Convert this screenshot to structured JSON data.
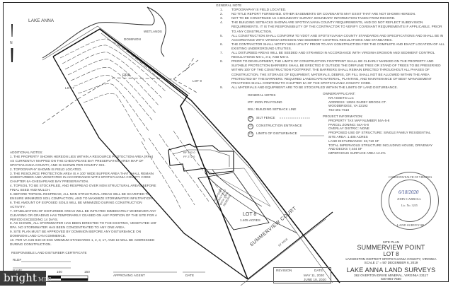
{
  "map": {
    "north_label": "N",
    "lake_label": "LAKE ANNA",
    "wetlands_label": "WETLANDS",
    "dominion_label": "DOMINION",
    "rpa_label": "RPA",
    "lot7_label": "LOT 7",
    "lot9_label": "LOT 9",
    "lot8_label": "LOT 8",
    "lot8_acres": "1.405 ACRES",
    "house_label_bf": "BF 262.0",
    "house_label_ff": "FF 272.0",
    "drainfield_label": "PROPOSED DRAIN FIELD WITH 100% RESERVE",
    "road_label": "SUMMERVIEW COURT",
    "road_width": "50' WIDE"
  },
  "general_notes": {
    "title": "GENERAL NOTE",
    "items": [
      {
        "num": "1.",
        "text": "TOPOGRAPHY IS FIELD LOCATED."
      },
      {
        "num": "2.",
        "text": "NO TITLE REPORT FURNISHED. OTHER EASEMENTS OR COVENANTS MAY EXIST THAT ARE NOT SHOWN HEREON."
      },
      {
        "num": "3.",
        "text": "NOT TO BE CONSTRUED AS A BOUNDARY SURVEY. BOUNDARY INFORMATION TAKEN FROM RECORD."
      },
      {
        "num": "4.",
        "text": "THE BUILDING SETBACKS SHOWN ARE SPOTSYLVANIA COUNTY REQUIREMENTS, AND DO NOT REFLECT SUBDIVISION REQUIREMENTS. IT IS THE RESPONSIBILITY OF THE CONTRACTOR TO VERIFY COVENANT REQUIREMENTS IF APPLICABLE, PRIOR TO ANY CONSTRUCTION."
      },
      {
        "num": "5.",
        "text": "ALL CONSTRUCTION SHALL CONFORM TO VDOT AND SPOTSYLVANIA COUNTY STANDARDS AND SPECIFICATIONS AND SHALL BE IN ACCORDANCE WITH VIRGINIA EROSION AND SEDIMENT CONTROL REGULATIONS AND STANDARDS."
      },
      {
        "num": "6.",
        "text": "THE CONTRACTOR SHALL NOTIFY MISS UTILITY PRIOR TO ANY CONSTRUCTION FOR THE COMPLETE AND EXACT LOCATION OF ALL EXISTING UNDERGROUND UTILITIES."
      },
      {
        "num": "7.",
        "text": "ALL DISTURBED AREAS WILL BE SEEDED AND STRAWED IN ACCORDANCE WITH VIRGINIA EROSION AND SEDIMENT CONTROL REGULATIONS MS-1, 3-2, AND MS-3."
      },
      {
        "num": "8.",
        "text": "PRIOR TO DEVELOPMENT, THE LIMITS OF CONSTRUCTION FOOTPRINT SHALL BE CLEARLY MARKED ON THE PROPERTY AND SUITABLE PROTECTION BARRIERS SHALL BE ERECTED 5' OUTSIDE THE DRIPLINE TREE OR STAND OF TREES TO BE PRESERVED WITHIN 100' OF THE CONSTRUCTION FOOTPRINT. THE BARRIERS SHALL REMAIN ERECTED THROUGHOUT ALL PHASES OF CONSTRUCTION. THE STORAGE OF EQUIPMENT, MATERIALS, DEBRIS, OR FILL SHALL NOT BE ALLOWED WITHIN THE AREA PROTECTED BY THE BARRIERS. REQUIRED LANDSCAPE MATERIAL, PLANTING, AND MAINTENANCE OF BEST MANAGEMENT PRACTICES SHALL CONFROM TO CHAPTER 6A OF THE SPOTSYLVANIA COUNTY CODE."
      },
      {
        "num": "9.",
        "text": "ALL MATERIALS AND EQUIPMENT ARE TO BE STOCKPILED WITHIN THE LIMITS OF LAND DISTURBANCE."
      }
    ]
  },
  "legend": {
    "title": "GENERAL NOTES",
    "ipf": "IPF: IRON PIN FOUND",
    "bsl": "BSL: BUILDING SETBACK LINE",
    "items": [
      {
        "symbol": "SF",
        "label": "SILT FENCE"
      },
      {
        "symbol": "CE",
        "label": "CONSTRUCTION ENTRANCE"
      },
      {
        "symbol": "LD",
        "label": "LIMITS OF DISTURBANCE"
      }
    ]
  },
  "owner": {
    "title": "OWNER/APPLICANT:",
    "lines": [
      "KR ASSETS LLC",
      "ADDRESS: 12601 DARBY BROOK CT.",
      "WOODBRIDGE, VA 22192",
      "703-491-7618"
    ]
  },
  "project_info": {
    "title": "PROJECT INFORMATION:",
    "lines": [
      "PROPERTY TAX MAP NUMBER 54A-5-8",
      "PARCEL ZONING: 54A-5-8",
      "OVERLAY DISTRIC: NONE",
      "PROPOSED USE OF STRUCTURE: SINGLE FAMILY RESIDENTIAL",
      "SITE AREA: 1.405 ACRES",
      "LAND DISTURBANCE: 33,710 SF",
      "TOTAL IMPERVIOUS STRUCTURE INCLUDING HOUSE, DRIVEWAY",
      "AND DECKS 7,444 SF",
      "IMPERVIOUS SURFACE AREA 12.2%"
    ]
  },
  "additional_notes": {
    "title": "ADDITIONAL NOTES:",
    "lines": [
      "1. THE PROPERTY SHOWN HEREON LIES WITHIN A RESOURCE PROTECTION AREA (RPA)",
      "AS CURRENTLY MAPPED ON THE CHESAPEAKE BAY PRESERVATION AREA MAP OF",
      "SPOTSYLVANIA COUNTY, AND IS SHOWN PER COUNTY GIS.",
      "2. TOPOGRAPHY SHOWN IS FIELD LOCATED.",
      "3. THE RESOURCE PROTECTION AREA IS A 100' WIDE BUFFER AREA THAT SHALL REMAIN",
      "UNDISTURBED AND VEGETATED IN ACCORDANCE WITH SPOTSYLVANIA COUNTY CODE",
      "CHAPTER 6A-CHESAPEAKE BAY PRESERVATION.",
      "4.  TOPSOIL TO BE STOCKPILED, AND RESPREAD OVER NON STRUCTURAL AREAS BEFORE",
      "FINAL SEED AND MULCH.",
      "5. BEFORE TOPSOIL RESPREAD, ALL NON STRUCTURAL AREAS WILL BE SCARIFIED TO",
      "ENSURE MINIMIZED SOIL COMPACTION, AND TO MAXIMIZE STORMWATER INFILTRATION.",
      "6. THE AMOUNT OF EXPOSED SOILS WILL BE MINIMIZED DURING CONSTRUCTION",
      "ACTIVITY.",
      "7. STABILIZATION OF DISTURBED AREAS WILL BE INITIATED IMMEDIATELY WHENEVER ANY",
      "CLEARING OR GRADING HAS TEMPORARILY CEASED ON ANY PORTION OF THE SITE FOR A",
      "PERIOD EXCEEDING 14 DAYS.",
      "8. AS SHOWN, ALL STORMWATER HAS BEEN DIRECTED TO THE EXISTING, VEGETATED 100'",
      "RPA. NO STORMWATER HAS BEEN CONCENTRATED TO ANY ONE AREA.",
      "9. SITE PLAN MUST BE APPROVED BY DOMINION BEFORE ANY DISTURBANCE ON",
      "DOMINION LAND CAN COMMENCE.",
      "10. PER VA C25-840-40 ESC MINIMUM STANDARDS 1, 2, 3, 17, AND 18 WILL BE ADDRESSED",
      "DURING CONSTRUCTION."
    ]
  },
  "certificate": {
    "title": "RESPONSIBLE LAND DISTURBER CERTIFICATE",
    "rld_label": "RLD#",
    "name_label": "NAME"
  },
  "scale_bar": {
    "ticks": [
      "100",
      "150"
    ]
  },
  "approval": {
    "agent_label": "APPROVING AGENT",
    "date_label": "DATE"
  },
  "revisions": {
    "col_revision": "REVISION",
    "col_date": "DATE",
    "dates": [
      "MAY 11, 2020",
      "JUNE 18, 2020"
    ]
  },
  "seal": {
    "top_text": "COMMONWEALTH OF VIRGINIA",
    "date": "6/18/2020",
    "name": "JOHN CARROLL",
    "license": "Lic. No. 3235",
    "bottom_text": "LAND SURVEYOR"
  },
  "title_block": {
    "kind": "SITE PLAN",
    "project": "SUMMERVIEW POINT",
    "lot": "LOT 8",
    "location": "LIVINGSTON DISTRICT SPOTSYLVANIA COUNTY, VIRGINIA",
    "scale_date": "SCALE 1\" = 50'    DECEMBER 6, 2019",
    "company": "LAKE ANNA LAND SURVEYS",
    "address": "362 OVERTON DRIVE MINERAL, VIRGINIA 23117",
    "phone": "540-894-7550"
  },
  "watermark": {
    "brand": "bright",
    "suffix": "MLS"
  }
}
